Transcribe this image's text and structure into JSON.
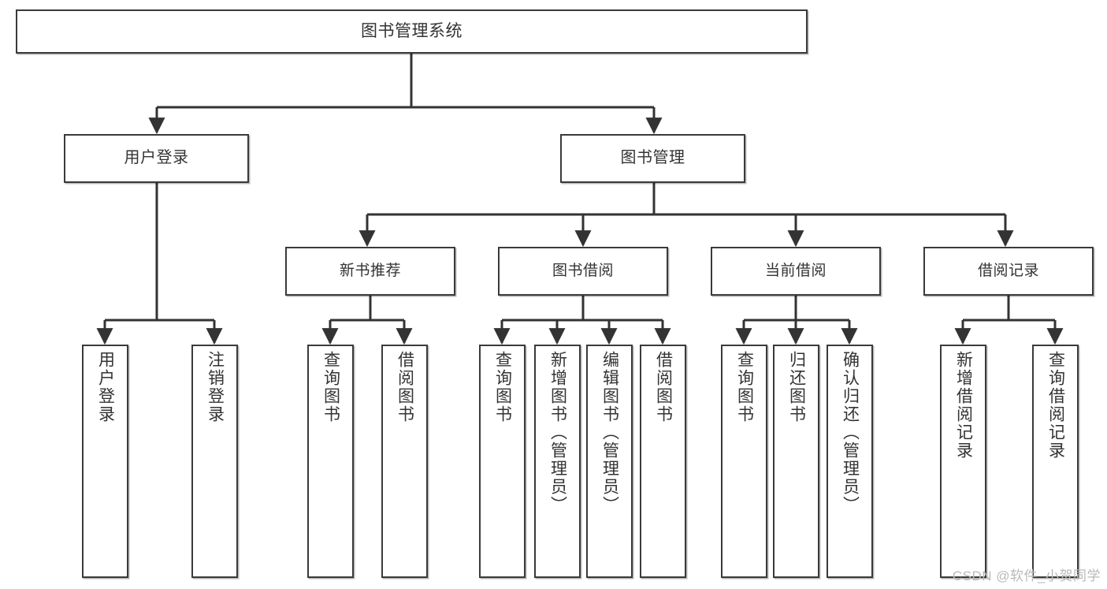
{
  "diagram": {
    "title": "图书管理系统",
    "type": "tree-hierarchy",
    "colors": {
      "box_border": "#3a3a3a",
      "box_fill": "#ffffff",
      "edge": "#333333",
      "text": "#333333",
      "watermark": "#b9b9b9",
      "background": "#ffffff"
    },
    "watermark": "CSDN @软件_小贺同学"
  },
  "nodes": {
    "root": {
      "label": "图书管理系统"
    },
    "level2": [
      {
        "label": "用户登录"
      },
      {
        "label": "图书管理"
      }
    ],
    "level3": [
      {
        "label": "新书推荐"
      },
      {
        "label": "图书借阅"
      },
      {
        "label": "当前借阅"
      },
      {
        "label": "借阅记录"
      }
    ],
    "leaves": {
      "user_login": [
        {
          "label": "用户登录"
        },
        {
          "label": "注销登录"
        }
      ],
      "new_book_recommend": [
        {
          "label": "查询图书"
        },
        {
          "label": "借阅图书"
        }
      ],
      "book_borrow": [
        {
          "label": "查询图书"
        },
        {
          "label": "新增图书（管理员）"
        },
        {
          "label": "编辑图书（管理员）"
        },
        {
          "label": "借阅图书"
        }
      ],
      "current_borrow": [
        {
          "label": "查询图书"
        },
        {
          "label": "归还图书"
        },
        {
          "label": "确认归还（管理员）"
        }
      ],
      "borrow_record": [
        {
          "label": "新增借阅记录"
        },
        {
          "label": "查询借阅记录"
        }
      ]
    }
  }
}
